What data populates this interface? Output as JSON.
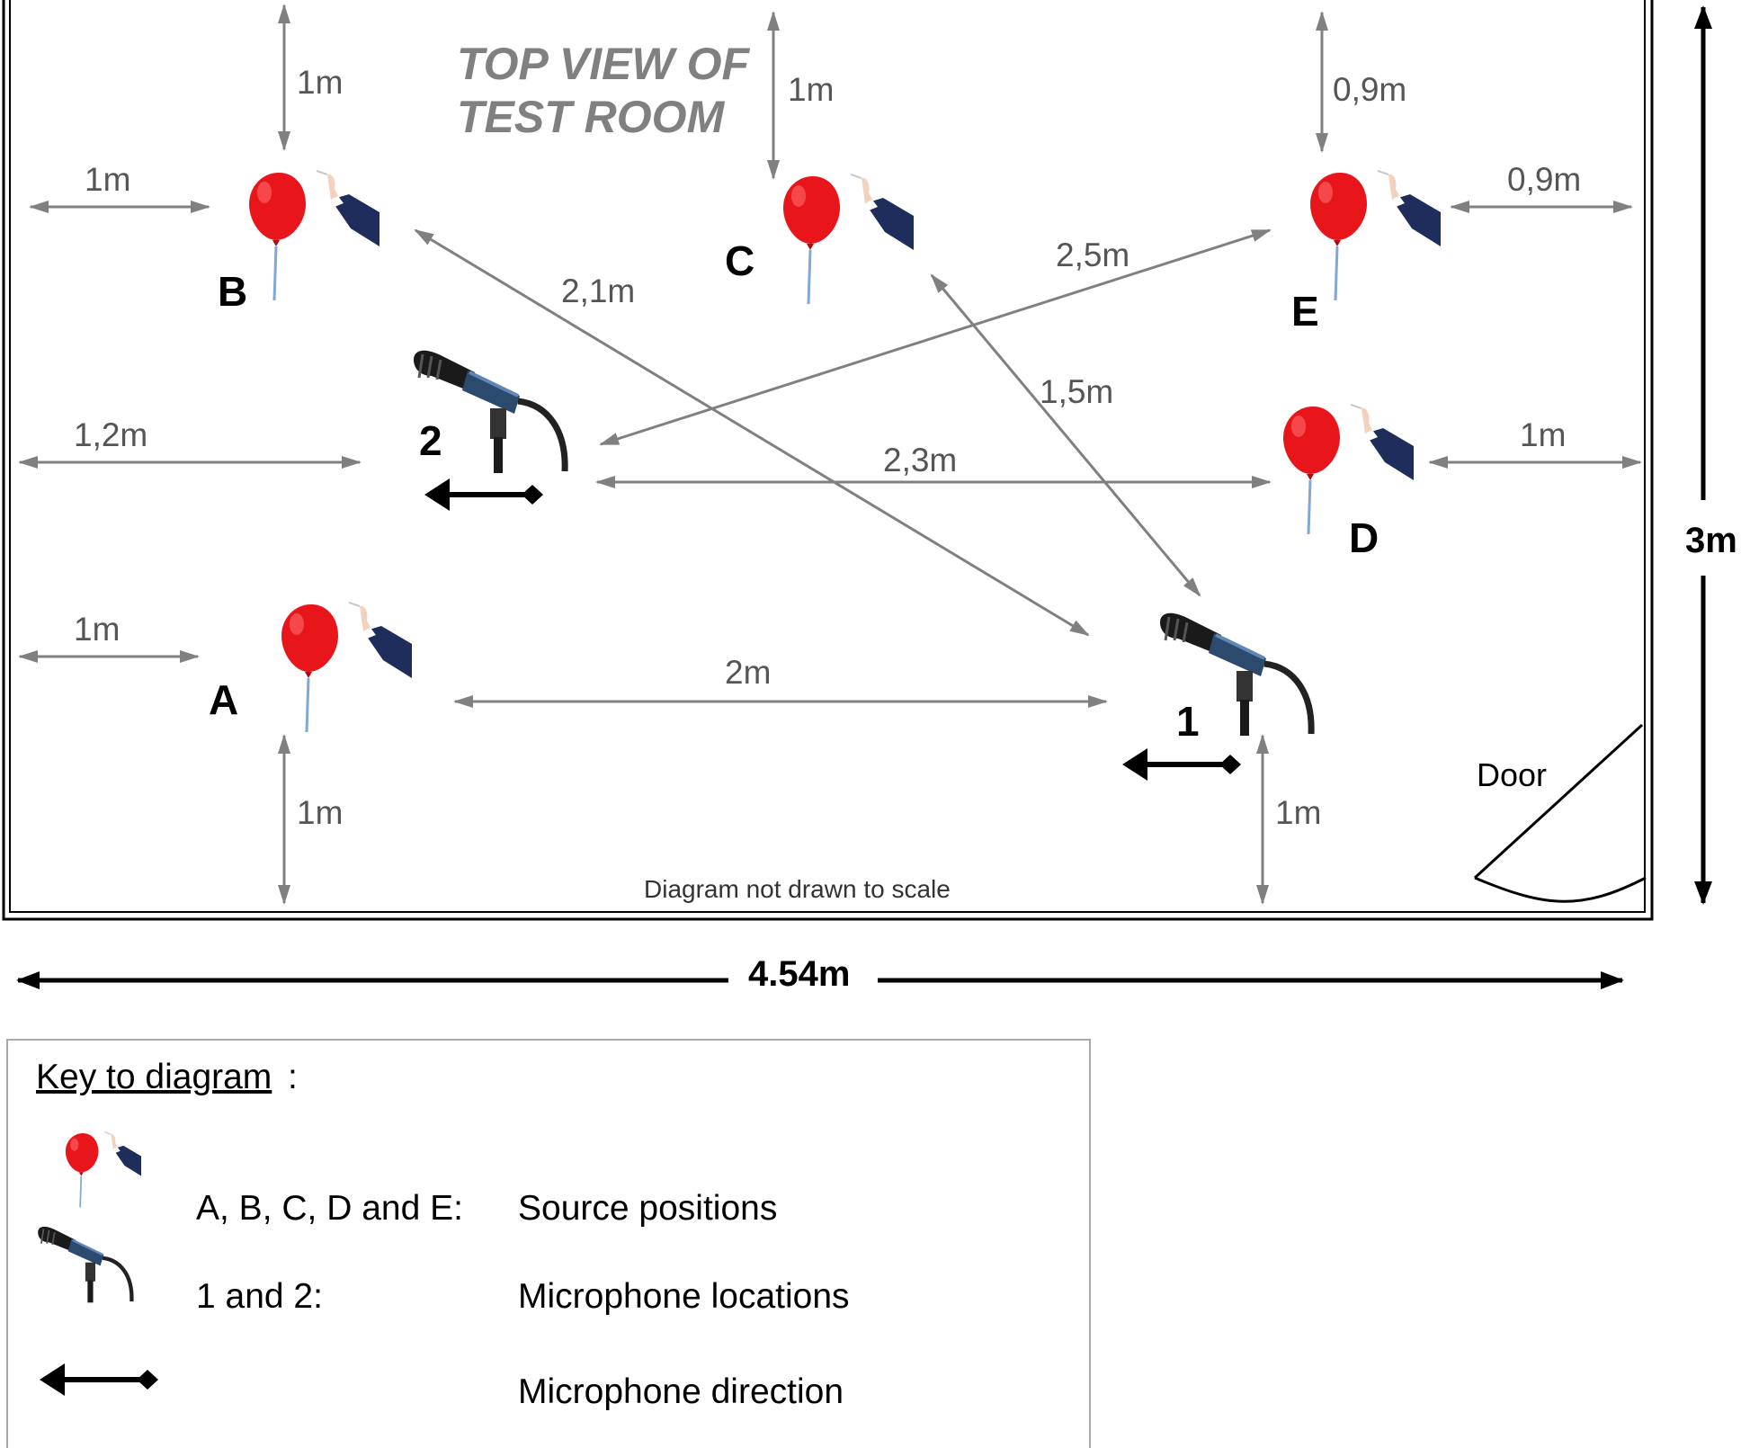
{
  "title": {
    "line1": "TOP VIEW OF",
    "line2": "TEST ROOM"
  },
  "note": "Diagram not drawn to scale",
  "door": "Door",
  "room": {
    "width": "4.54m",
    "height": "3m"
  },
  "sources": {
    "A": "A",
    "B": "B",
    "C": "C",
    "D": "D",
    "E": "E"
  },
  "mics": {
    "m1": "1",
    "m2": "2"
  },
  "distances": {
    "b_top": "1m",
    "b_left": "1m",
    "c_top": "1m",
    "e_top": "0,9m",
    "e_right": "0,9m",
    "mic2_left": "1,2m",
    "d_right": "1m",
    "a_left": "1m",
    "a_bottom": "1m",
    "mic1_bottom": "1m",
    "b_to_mic1": "2,1m",
    "e_to_mic2": "2,5m",
    "c_to_mic1": "1,5m",
    "mic2_to_d": "2,3m",
    "a_to_mic1": "2m"
  },
  "key": {
    "heading": "Key to diagram",
    "colon": ":",
    "row1_label": "A, B, C, D and E:",
    "row1_desc": "Source positions",
    "row2_label": "1 and 2:",
    "row2_desc": "Microphone locations",
    "row3_desc": "Microphone direction"
  },
  "colors": {
    "balloon": "#e8161b",
    "dimension": "#808080",
    "mic_body": "#2b4a6e"
  }
}
